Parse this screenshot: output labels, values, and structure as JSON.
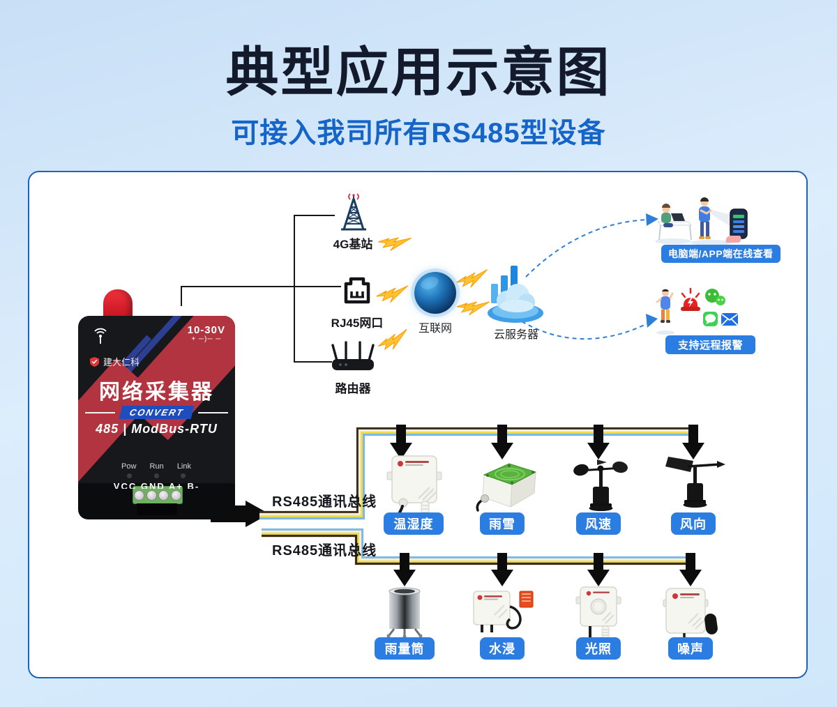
{
  "header": {
    "title": "典型应用示意图",
    "subtitle": "可接入我司所有RS485型设备"
  },
  "device": {
    "power_label": "10-30V",
    "polarity": "+ ─)─ ─",
    "brand": "建大仁科",
    "name": "网络采集器",
    "convert_badge": "CONVERT",
    "model": "485 | ModBus-RTU",
    "led_labels": [
      "Pow",
      "Run",
      "Link"
    ],
    "terminal_labels": "VCC GND A+  B-"
  },
  "network": {
    "tower_label": "4G基站",
    "rj45_label": "RJ45网口",
    "router_label": "路由器",
    "internet_label": "互联网",
    "cloud_label": "云服务器"
  },
  "outputs": {
    "view_badge": "电脑端/APP端在线查看",
    "alarm_badge": "支持远程报警"
  },
  "bus": {
    "label1": "RS485通讯总线",
    "label2": "RS485通讯总线"
  },
  "sensors_row1": [
    {
      "label": "温湿度"
    },
    {
      "label": "雨雪"
    },
    {
      "label": "风速"
    },
    {
      "label": "风向"
    }
  ],
  "sensors_row2": [
    {
      "label": "雨量筒"
    },
    {
      "label": "水浸"
    },
    {
      "label": "光照"
    },
    {
      "label": "噪声"
    }
  ],
  "colors": {
    "accent_blue": "#2b7de1",
    "panel_border": "#1a63b8",
    "title": "#121a2b",
    "subtitle": "#1565c8",
    "device_red": "#b23440",
    "device_stripe_blue": "#2c3f92",
    "bus_dark": "#3a2c18",
    "bus_cream": "#f4efda",
    "bus_yellow": "#f0dd50",
    "bus_blue": "#7db9e8",
    "lightning": "#ffc230"
  }
}
